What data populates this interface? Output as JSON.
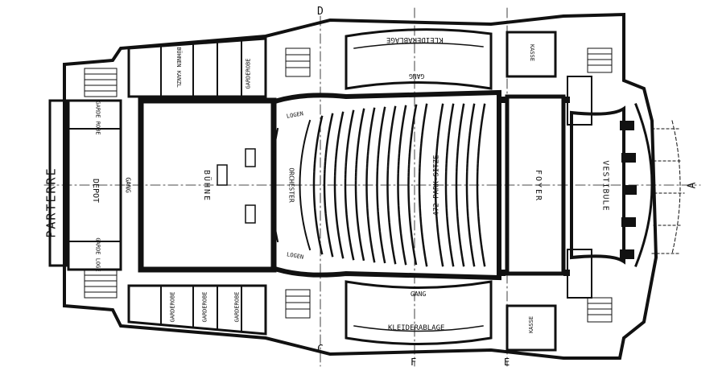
{
  "labels": {
    "parterre": "PARTERRE",
    "depot": "DEPOT",
    "gang_left": "GANG",
    "buhne": "BÜHNE",
    "orchester": "ORCHESTER",
    "sitze": "472 PARK-SITZE",
    "foyer": "FOYER",
    "vestibule": "VESTIBULE",
    "kleiderablage_top": "KLEIDERABLAGE",
    "kleiderablage_bottom": "KLEIDERABLAGE",
    "gang_top": "GANG",
    "gang_bottom": "GANG",
    "garde_robe": "GARDE ROBE",
    "garde_loge": "GARDE LOGE",
    "buhnen_kanzl": "BÜHNEN KANZL",
    "garderobe_top": "GARDEROBE",
    "garderobe_b1": "GARDEROBE",
    "garderobe_b2": "GARDEROBE",
    "garderobe_b3": "GARDEROBE",
    "logen_top": "LOGEN",
    "logen_bottom": "LOGEN",
    "kasse_top": "KASSE",
    "kasse_bottom": "KASSE",
    "section_c": "C",
    "section_d": "D",
    "section_a": "A",
    "section_f": "F",
    "section_e": "E"
  }
}
